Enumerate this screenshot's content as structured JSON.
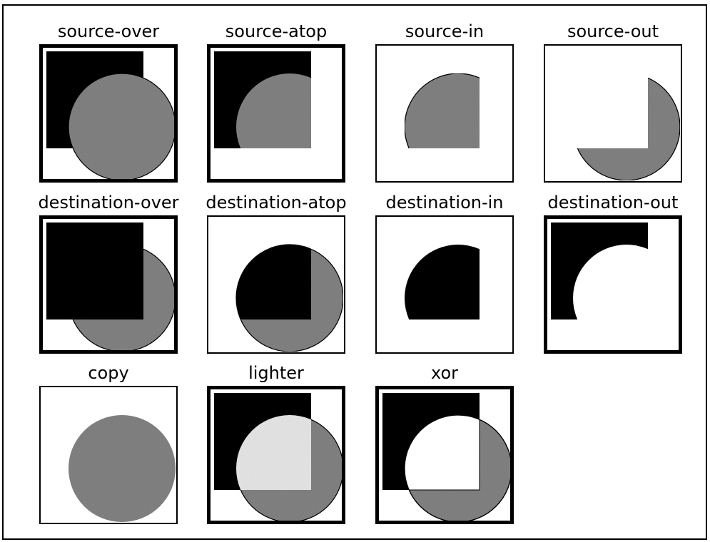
{
  "figure": {
    "colors": {
      "background": "#ffffff",
      "border": "#000000",
      "square_fill": "#0a0a0a",
      "circle_fill": "#8a8a8a",
      "lighter_overlap": "#f4f4f4"
    },
    "panels": [
      {
        "label": "source-over",
        "mode": "source-over",
        "border": "thick"
      },
      {
        "label": "source-atop",
        "mode": "source-atop",
        "border": "thick"
      },
      {
        "label": "source-in",
        "mode": "source-in",
        "border": "thin"
      },
      {
        "label": "source-out",
        "mode": "source-out",
        "border": "thin"
      },
      {
        "label": "destination-over",
        "mode": "destination-over",
        "border": "thick"
      },
      {
        "label": "destination-atop",
        "mode": "destination-atop",
        "border": "thin"
      },
      {
        "label": "destination-in",
        "mode": "destination-in",
        "border": "thin"
      },
      {
        "label": "destination-out",
        "mode": "destination-out",
        "border": "thick"
      },
      {
        "label": "copy",
        "mode": "copy",
        "border": "thin"
      },
      {
        "label": "lighter",
        "mode": "lighter",
        "border": "thick"
      },
      {
        "label": "xor",
        "mode": "xor",
        "border": "thick"
      }
    ]
  }
}
